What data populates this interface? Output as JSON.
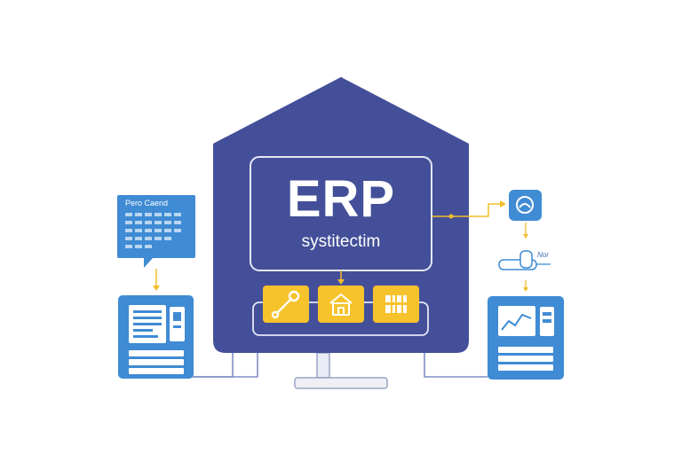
{
  "erp": {
    "title": "ERP",
    "subtitle": "systitectim"
  },
  "left_card": {
    "label": "Pero Caend"
  },
  "right_device": {
    "label": "Nor"
  },
  "modules": [
    {
      "icon": "wrench-icon"
    },
    {
      "icon": "house-icon"
    },
    {
      "icon": "windows-grid-icon"
    }
  ],
  "colors": {
    "house": "#444f99",
    "accent": "#f6c32c",
    "blue_panel": "#3f8bd4",
    "connector": "#7f8fc4",
    "arrow": "#f2bd2c"
  }
}
